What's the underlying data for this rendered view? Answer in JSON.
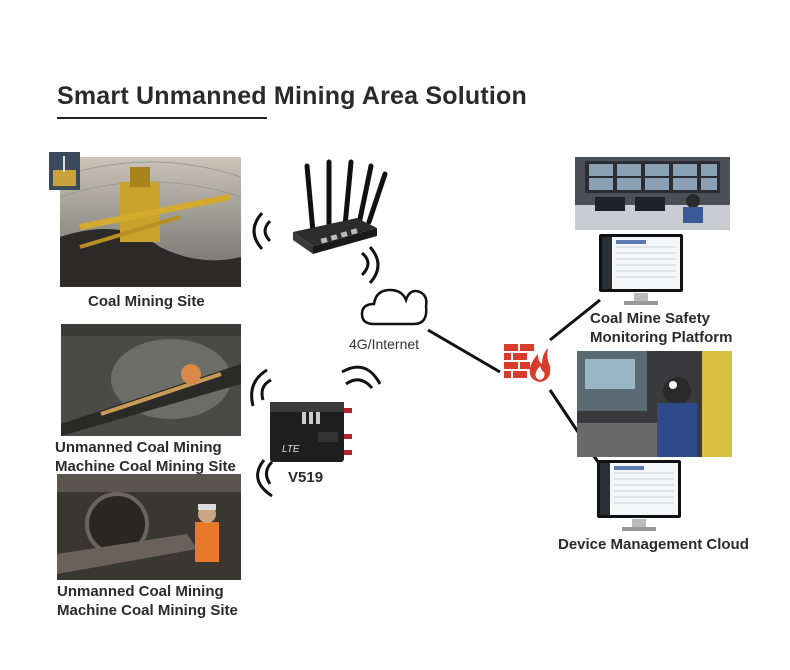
{
  "title": "Smart Unmanned Mining Area Solution",
  "sites": {
    "site1": "Coal Mining Site",
    "site2_line1": "Unmanned Coal Mining",
    "site2_line2": "Machine Coal Mining Site",
    "site3_line1": "Unmanned Coal Mining",
    "site3_line2": "Machine Coal Mining Site"
  },
  "network": {
    "cloud_label": "4G/Internet",
    "device_label": "V519",
    "device_text": "LTE"
  },
  "platforms": {
    "safety_line1": "Coal Mine Safety",
    "safety_line2": "Monitoring Platform",
    "cloud_mgmt": "Device Management Cloud"
  },
  "colors": {
    "firewall": "#d83a2c",
    "accent_orange": "#e8792a"
  },
  "icons": [
    "router-icon",
    "cloud-icon",
    "firewall-icon",
    "wifi-signal-icon",
    "lte-device-icon",
    "monitor-icon"
  ]
}
